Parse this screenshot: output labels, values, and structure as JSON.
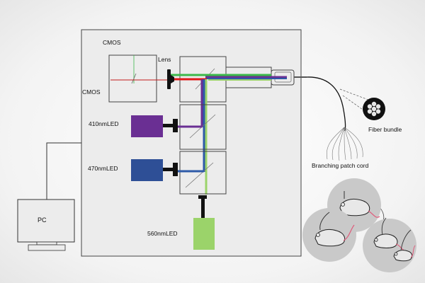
{
  "labels": {
    "cmos_top": "CMOS",
    "cmos_side": "CMOS",
    "lens": "Lens",
    "led_410": "410nmLED",
    "led_470": "470nmLED",
    "led_560": "560nmLED",
    "fiber_bundle": "Fiber bundle",
    "patch_cord": "Branching patch cord",
    "pc": "PC"
  },
  "colors": {
    "led_410": "#6a2f93",
    "led_470": "#2e4f96",
    "led_560": "#9bd36a",
    "beam_red": "#e01818",
    "beam_green": "#3cb84a",
    "beam_purple": "#6a2f93",
    "beam_blue": "#2e5aa8",
    "beam_lightgreen": "#9bd36a",
    "mouse_circle": "#c9c9c9",
    "tail": "#e05a7a"
  },
  "icons": [
    "pc-monitor-icon",
    "mouse-icon",
    "fiber-bundle-icon",
    "lens-icon",
    "camera-sensor-icon"
  ]
}
